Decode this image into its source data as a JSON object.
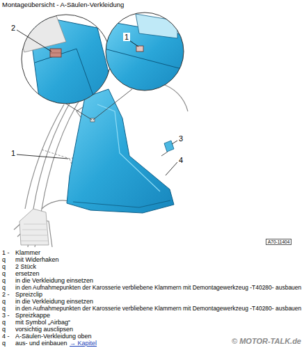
{
  "diagram": {
    "title": "Montageübersicht - A-Säulen-Verkleidung",
    "labels": [
      "2",
      "1",
      "1",
      "3",
      "4",
      "A70-11404",
      "1 -",
      "Klammer",
      "q",
      "mit Widerhaken",
      "q",
      "2 Stück",
      "q",
      "ersetzen",
      "q",
      "in die Verkleidung einsetzen",
      "q",
      "in den Aufnahmepunkten der Karosserie verbliebene Klammern mit Demontagewerkzeug -T40280- ausbauen",
      "2 -",
      "Spreizclip",
      "q",
      "in die Verkleidung einsetzen",
      "q",
      "in den Aufnahmepunkten der Karosserie verbliebene Klammern mit Demontagewerkzeug -T40280- ausbauen",
      "3 -",
      "Spreizkappe",
      "q",
      "mit Symbol „Airbag“",
      "q",
      "vorsichtig ausclipsen",
      "4 -",
      "A-Säulen-Verkleidung oben",
      "q",
      "aus- und einbauen",
      "→ Kapitel",
      "© MOTOR-TALK.de"
    ]
  }
}
